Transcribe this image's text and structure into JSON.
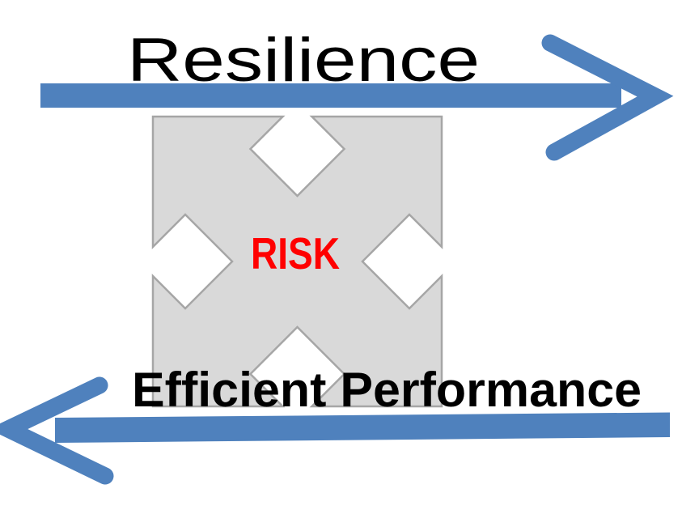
{
  "diagram": {
    "background_color": "#ffffff",
    "top_arrow": {
      "label": "Resilience",
      "direction": "right",
      "color": "#4f81bd"
    },
    "center_shape": {
      "label": "RISK",
      "label_color": "#ff0000",
      "fill_color": "#d9d9d9",
      "border_color": "#a6a6a6",
      "shape": "square with four inward diamond notches"
    },
    "bottom_arrow": {
      "label": "Efficient Performance",
      "direction": "left",
      "color": "#4f81bd"
    }
  }
}
